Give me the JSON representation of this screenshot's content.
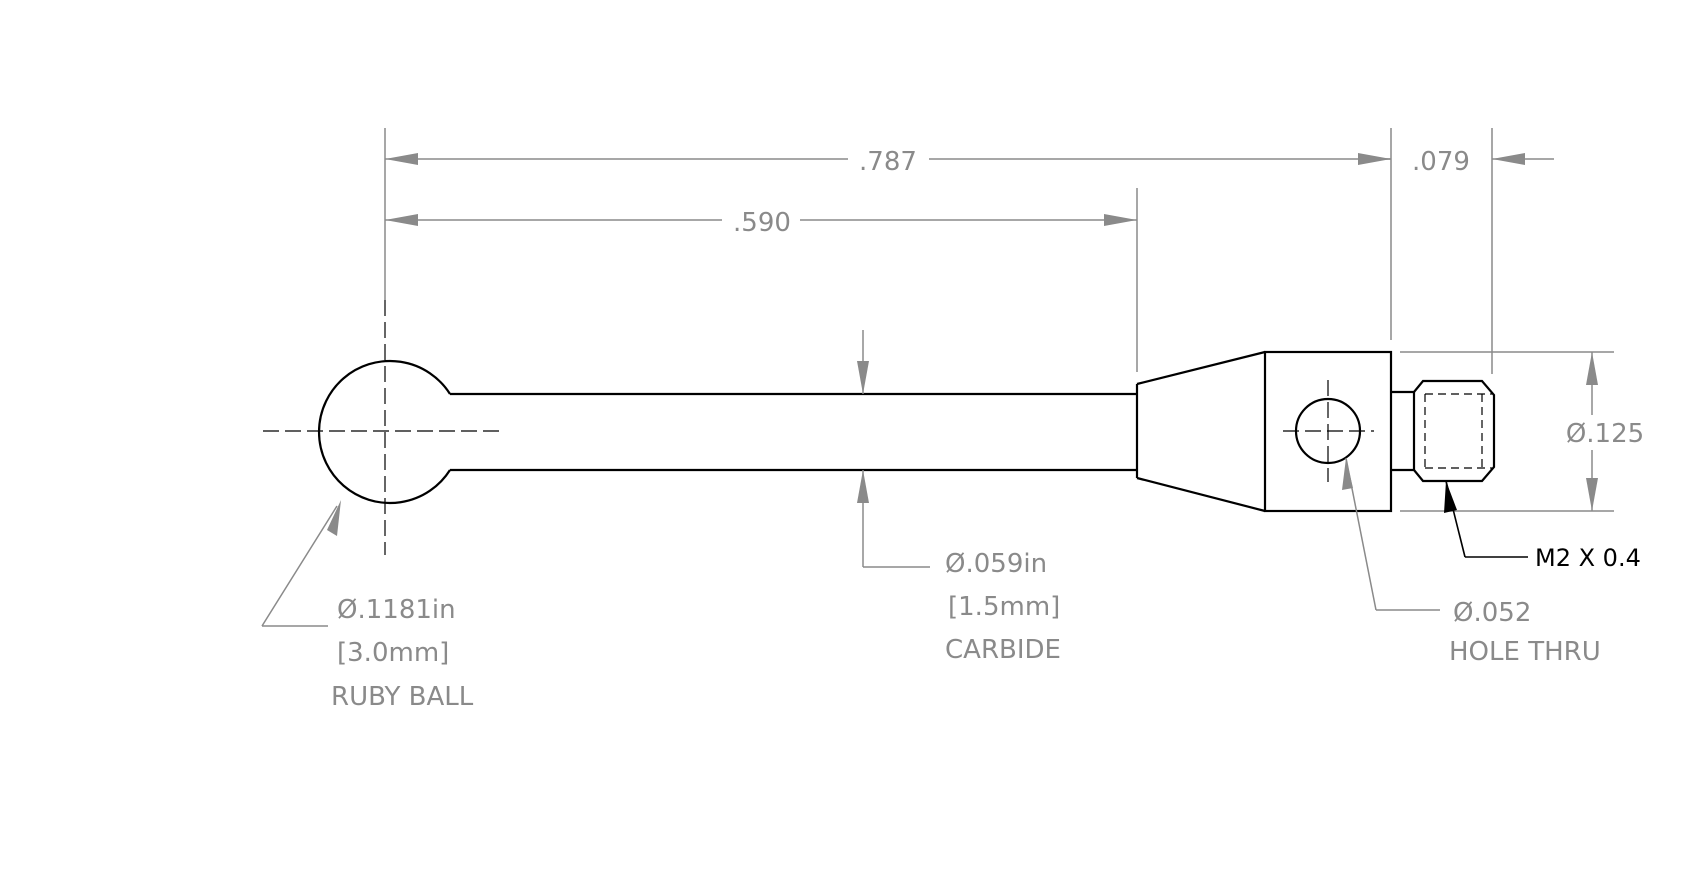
{
  "dimensions": {
    "overall_length": ".787",
    "shaft_length": ".590",
    "thread_length": ".079",
    "body_diameter": "Ø.125"
  },
  "callouts": {
    "ball": {
      "diameter": "Ø.1181in",
      "metric": "[3.0mm]",
      "material": "RUBY BALL"
    },
    "stem": {
      "diameter": "Ø.059in",
      "metric": "[1.5mm]",
      "material": "CARBIDE"
    },
    "hole": {
      "diameter": "Ø.052",
      "note": "HOLE THRU"
    },
    "thread": {
      "spec": "M2 X 0.4"
    }
  },
  "colors": {
    "part_line": "#000000",
    "dimension_line": "#8a8a8a",
    "background": "#ffffff"
  }
}
